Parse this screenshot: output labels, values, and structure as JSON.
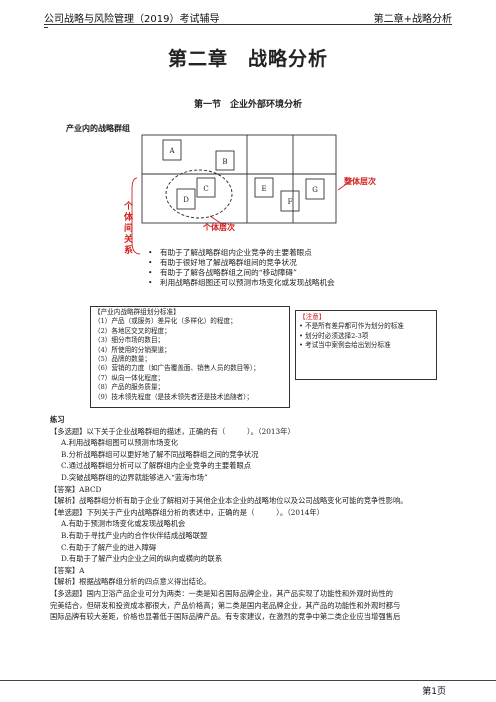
{
  "header": {
    "left": "公司战略与风险管理（2019）考试辅导",
    "right": "第二章+战略分析"
  },
  "title": "第二章　战略分析",
  "section": "第一节　企业外部环境分析",
  "subhead": "产业内的战略群组",
  "diagram": {
    "cells": [
      "A",
      "B",
      "C",
      "D",
      "E",
      "F",
      "G"
    ],
    "label_whole": "整体层次",
    "label_individual": "个体层次",
    "label_vertical": "个体间关系"
  },
  "bullets": [
    "有助于了解战略群组内企业竞争的主要着眼点",
    "有助于很好地了解战略群组间的竞争状况",
    "有助于了解各战略群组之间的“移动障碍”",
    "利用战略群组图还可以预测市场变化或发现战略机会"
  ],
  "box_dims": {
    "title": "【产业内战略群组划分标准】",
    "items": [
      "（1）产品（或服务）差异化（多样化）的程度；",
      "（2）各地区交叉的程度；",
      "（3）细分市场的数目；",
      "（4）所使用的分销渠道；",
      "（5）品牌的数量；",
      "（6）营销的力度（如广告覆盖面、销售人员的数目等）；",
      "（7）纵向一体化程度；",
      "（8）产品的服务质量；",
      "（9）技术领先程度（是技术领先者还是技术追随者）；",
      "……"
    ]
  },
  "note": {
    "title": "【注意】",
    "items": [
      "不是所有差异都可作为划分的标准",
      "划分时必须选择2-3项",
      "考试当中案例会给出划分标准"
    ]
  },
  "exercise": {
    "heading": "练习",
    "q1": "【多选题】以下关于企业战略群组的描述，正确的有（　　　）。（2013年）",
    "q1_options": [
      "A.利用战略群组图可以预测市场变化",
      "B.分析战略群组可以更好地了解不同战略群组之间的竞争状况",
      "C.通过战略群组分析可以了解群组内企业竞争的主要着眼点",
      "D.突破战略群组的边界就能够进入“蓝海市场”"
    ],
    "q1_answer": "【答案】ABCD",
    "q1_analysis": "【解析】战略群组分析有助于企业了解相对于其他企业本企业的战略地位以及公司战略变化可能的竞争性影响。",
    "q2": "【单选题】下列关于产业内战略群组分析的表述中，正确的是（　　　）。（2014年）",
    "q2_options": [
      "A.有助于预测市场变化或发现战略机会",
      "B.有助于寻找产业内的合作伙伴结成战略联盟",
      "C.有助于了解产业的进入障碍",
      "D.有助于了解产业内企业之间的纵向或横向的联系"
    ],
    "q2_answer": "【答案】A",
    "q2_analysis": "【解析】根据战略群组分析的四点意义得出结论。",
    "q3_line1": "【多选题】国内卫浴产品企业可分为两类：一类是知名国际品牌企业，其产品实现了功能性和外观时尚性的",
    "q3_line2": "完美结合，但研发和投资成本都很大，产品价格高；第二类是国内老品牌企业，其产品的功能性和外观时都与",
    "q3_line3": "国际品牌有较大差距，价格也显著低于国际品牌产品。有专家建议，在激烈的竞争中第二类企业应当增强售后"
  },
  "page_number": "第1页",
  "colors": {
    "accent_red": "#d42020",
    "text": "#222222"
  }
}
